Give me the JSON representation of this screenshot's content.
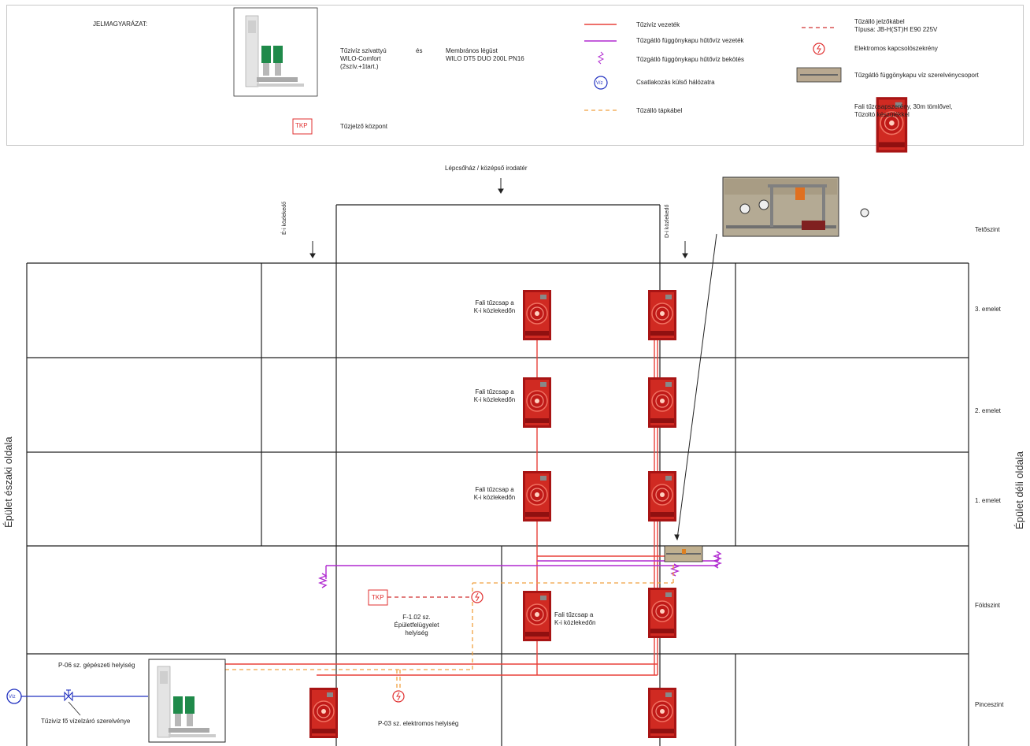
{
  "legend": {
    "title": "JELMAGYARÁZAT:",
    "pump_label": "Tűzivíz szivattyú\nWILO-Comfort (2szív.+1tart.)",
    "and_label": "és",
    "vessel_label": "Membrános légüst\nWILO DT5 DUO 200L PN16",
    "tkp_symbol": "TKP",
    "tkp_label": "Tűzjelző központ",
    "fire_water_pipe": "Tűzivíz vezeték",
    "curtain_cooling_pipe": "Tűzgátló függönykapu hűtővíz vezeték",
    "curtain_cooling_connection": "Tűzgátló függönykapu hűtővíz bekötés",
    "external_network": "Csatlakozás külső hálózatra",
    "viz_symbol": "Víz",
    "power_cable": "Tűzálló tápkábel",
    "signal_cable": "Tűzálló jelzőkábel\nTípusa: JB-H(ST)H E90 225V",
    "electric_cabinet": "Elektromos kapcsolószekrény",
    "valve_group": "Tűzgátló függönykapu víz szerelvénycsoport",
    "hose_cabinet": "Fali tűzcsapszerény, 30m tömlővel,\nTűzoltó készülékkel"
  },
  "diagram": {
    "top_label": "Lépcsőház / középső irodatér",
    "corridor_north": "É-i közlekedő",
    "corridor_south": "D-i közlekedő",
    "side_north": "Épület északi oldala",
    "side_south": "Épület déli oldala",
    "floors": [
      "Tetőszint",
      "3. emelet",
      "2. emelet",
      "1. emelet",
      "Földszint",
      "Pinceszint"
    ],
    "hydrant_label": "Fali tűzcsap a\nK-i közlekedőn",
    "room_f102": "F-1.02 sz.\nÉpületfelügyelet\nhelyiség",
    "room_p06": "P-06 sz. gépészeti helyiség",
    "room_p03": "P-03 sz. elektromos helyiség",
    "main_valve": "Tűzivíz fő vízelzáró szerelvénye",
    "tkp": "TKP",
    "viz": "Víz"
  },
  "colors": {
    "fire_water": "#e8403a",
    "cooling": "#b02ad0",
    "power": "#f0a040",
    "signal": "#d03030",
    "network": "#2030c0",
    "cabinet": "#b01010"
  }
}
